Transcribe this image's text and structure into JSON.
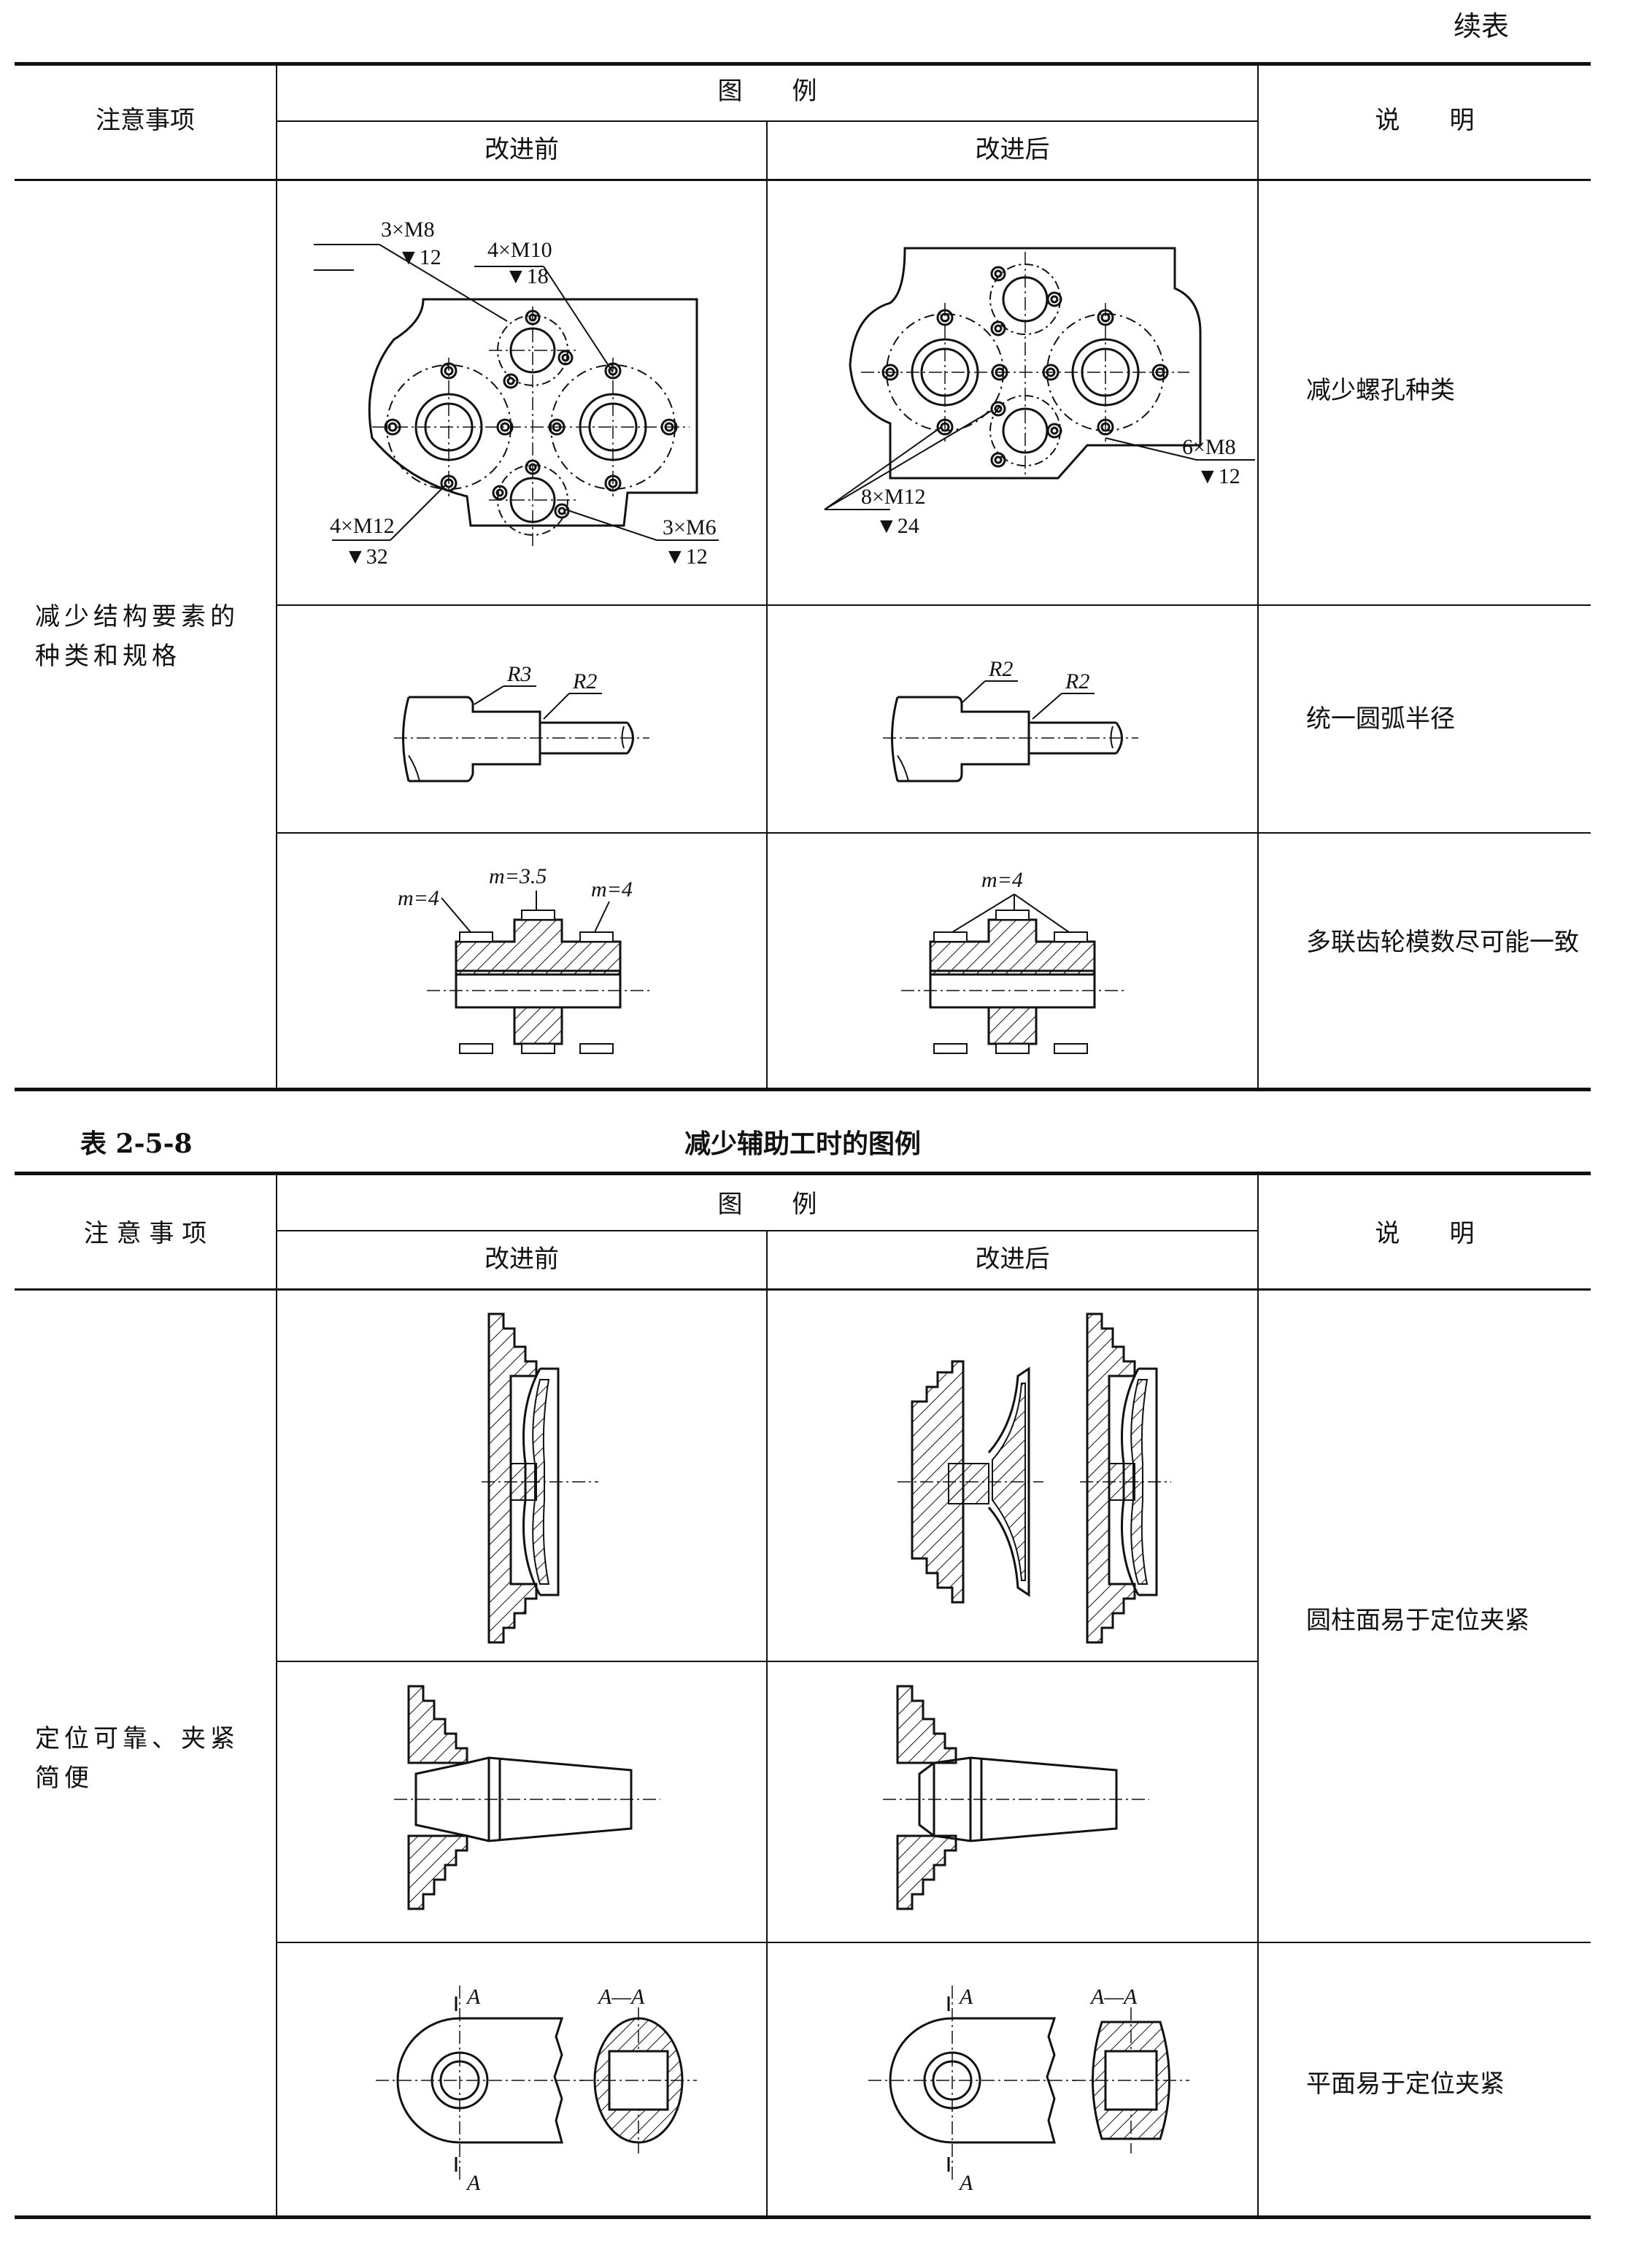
{
  "continued_label": "续表",
  "table1": {
    "header": {
      "col_notes": "注意事项",
      "col_figure": "图　　例",
      "col_before": "改进前",
      "col_after": "改进后",
      "col_desc": "说　　明"
    },
    "group_note": "减少结构要素的种类和规格",
    "rows": [
      {
        "desc": "减少螺孔种类",
        "before_labels": [
          "3×M8",
          "▼12",
          "4×M10",
          "▼18",
          "4×M12",
          "▼32",
          "3×M6",
          "▼12"
        ],
        "after_labels": [
          "8×M12",
          "▼24",
          "6×M8",
          "▼12"
        ]
      },
      {
        "desc": "统一圆弧半径",
        "before_labels": [
          "R3",
          "R2"
        ],
        "after_labels": [
          "R2",
          "R2"
        ]
      },
      {
        "desc": "多联齿轮模数尽可能一致",
        "before_labels": [
          "m=4",
          "m=3.5",
          "m=4"
        ],
        "after_labels": [
          "m=4"
        ]
      }
    ]
  },
  "table2": {
    "number": "表 2-5-8",
    "title": "减少辅助工时的图例",
    "header": {
      "col_notes": "注 意 事 项",
      "col_figure": "图　　例",
      "col_before": "改进前",
      "col_after": "改进后",
      "col_desc": "说　　明"
    },
    "group_note": "定位可靠、夹紧简便",
    "rows": [
      {
        "desc": "圆柱面易于定位夹紧"
      },
      {
        "desc": ""
      },
      {
        "desc": "平面易于定位夹紧",
        "before_labels": [
          "A",
          "A—A",
          "A"
        ],
        "after_labels": [
          "A",
          "A—A",
          "A"
        ]
      }
    ]
  }
}
